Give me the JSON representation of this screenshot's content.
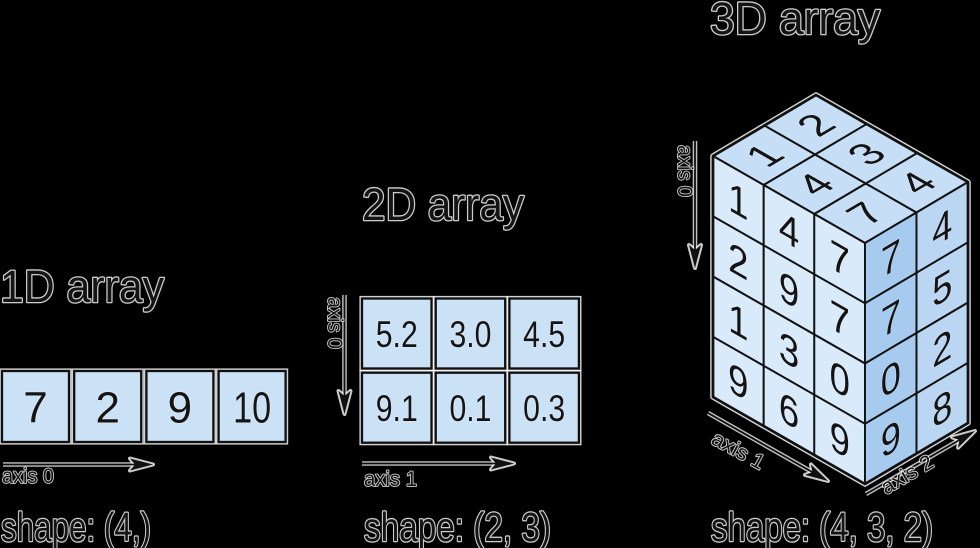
{
  "background": "#000000",
  "colors": {
    "cell_fill": "#cbe2f6",
    "face_top": "#c6dff6",
    "face_front": "#d9eafa",
    "face_right_inner": "#a6cbee",
    "face_right_outer": "#bad6f2",
    "stroke": "#101010",
    "halo": "#ffffff",
    "text": "#141414"
  },
  "diagrams": {
    "one_d": {
      "title": "1D array",
      "values": [
        "7",
        "2",
        "9",
        "10"
      ],
      "axis0_label": "axis 0",
      "shape_label": "shape: (4,)"
    },
    "two_d": {
      "title": "2D array",
      "rows": [
        [
          "5.2",
          "3.0",
          "4.5"
        ],
        [
          "9.1",
          "0.1",
          "0.3"
        ]
      ],
      "axis0_label": "axis 0",
      "axis1_label": "axis 1",
      "shape_label": "shape: (2, 3)"
    },
    "three_d": {
      "title": "3D array",
      "top_face": [
        [
          "1",
          "2"
        ],
        [
          "4",
          "3"
        ],
        [
          "7",
          "4"
        ]
      ],
      "front_face": [
        [
          "1",
          "4",
          "7"
        ],
        [
          "2",
          "9",
          "7"
        ],
        [
          "1",
          "3",
          "0"
        ],
        [
          "9",
          "6",
          "9"
        ]
      ],
      "right_face": [
        [
          "7",
          "4"
        ],
        [
          "7",
          "5"
        ],
        [
          "0",
          "2"
        ],
        [
          "9",
          "8"
        ]
      ],
      "axis0_label": "axis 0",
      "axis1_label": "axis 1",
      "axis2_label": "axis 2",
      "shape_label": "shape: (4, 3, 2)"
    }
  }
}
